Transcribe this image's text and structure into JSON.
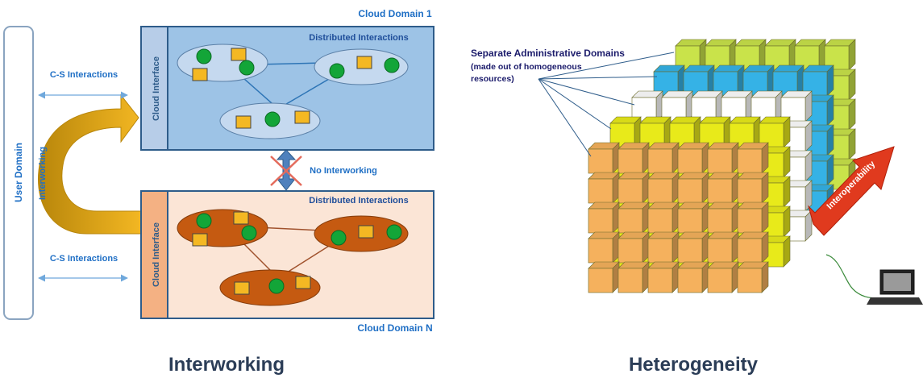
{
  "interworking": {
    "caption": "Interworking",
    "user_domain": "User Domain",
    "interworking_arrow_label": "Interworking",
    "cs_interactions_top": "C-S Interactions",
    "cs_interactions_bottom": "C-S Interactions",
    "no_interworking": "No Interworking",
    "domain1": {
      "title": "Cloud Domain 1",
      "interface": "Cloud Interface",
      "interactions": "Distributed Interactions",
      "color": "#9dc3e6"
    },
    "domainN": {
      "title": "Cloud Domain N",
      "interface": "Cloud Interface",
      "interactions": "Distributed Interactions",
      "color": "#fbe5d6"
    }
  },
  "heterogeneity": {
    "caption": "Heterogeneity",
    "domains_label_line1": "Separate Administrative Domains",
    "domains_label_line2": "(made out of homogeneous",
    "domains_label_line3": "resources)",
    "interoperability": "Interoperability",
    "layer_colors": [
      "#f5b15d",
      "#e8ea1a",
      "#ffffff",
      "#35b2e6",
      "#c9e34a"
    ],
    "layer_names": [
      "orange-layer",
      "yellow-layer",
      "white-layer",
      "blue-layer",
      "lime-layer"
    ]
  }
}
